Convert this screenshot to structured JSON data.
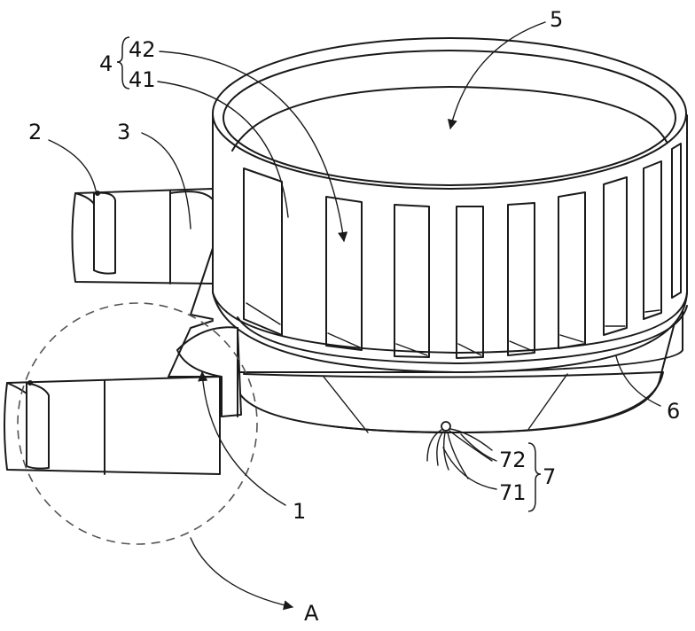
{
  "labels": {
    "l1": "1",
    "l2": "2",
    "l3": "3",
    "l4": "4",
    "l41": "41",
    "l42": "42",
    "l5": "5",
    "l6": "6",
    "l7": "7",
    "l71": "71",
    "l72": "72",
    "lA": "A"
  }
}
